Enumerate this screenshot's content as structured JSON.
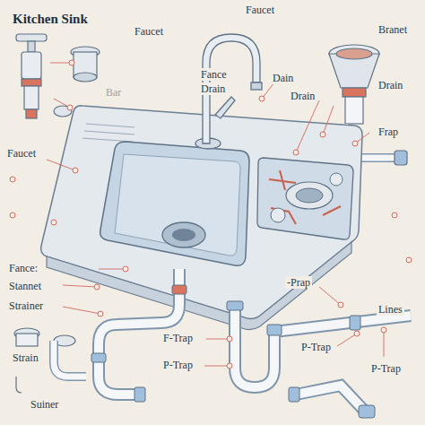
{
  "diagram": {
    "title": "Kitchen Sink",
    "labels": [
      "Faucet",
      "Faucet",
      "Branet",
      "Fance",
      "Drain",
      "Bar",
      "Dain",
      "Drain",
      "Drain",
      "Frap",
      "Faucet",
      "Fance:",
      "Stannet",
      "Strainer",
      "Strain",
      "Suiner",
      "F-Trap",
      "P-Trap",
      "-Prap",
      "P-Trap",
      "Lines",
      "P-Trap"
    ]
  }
}
